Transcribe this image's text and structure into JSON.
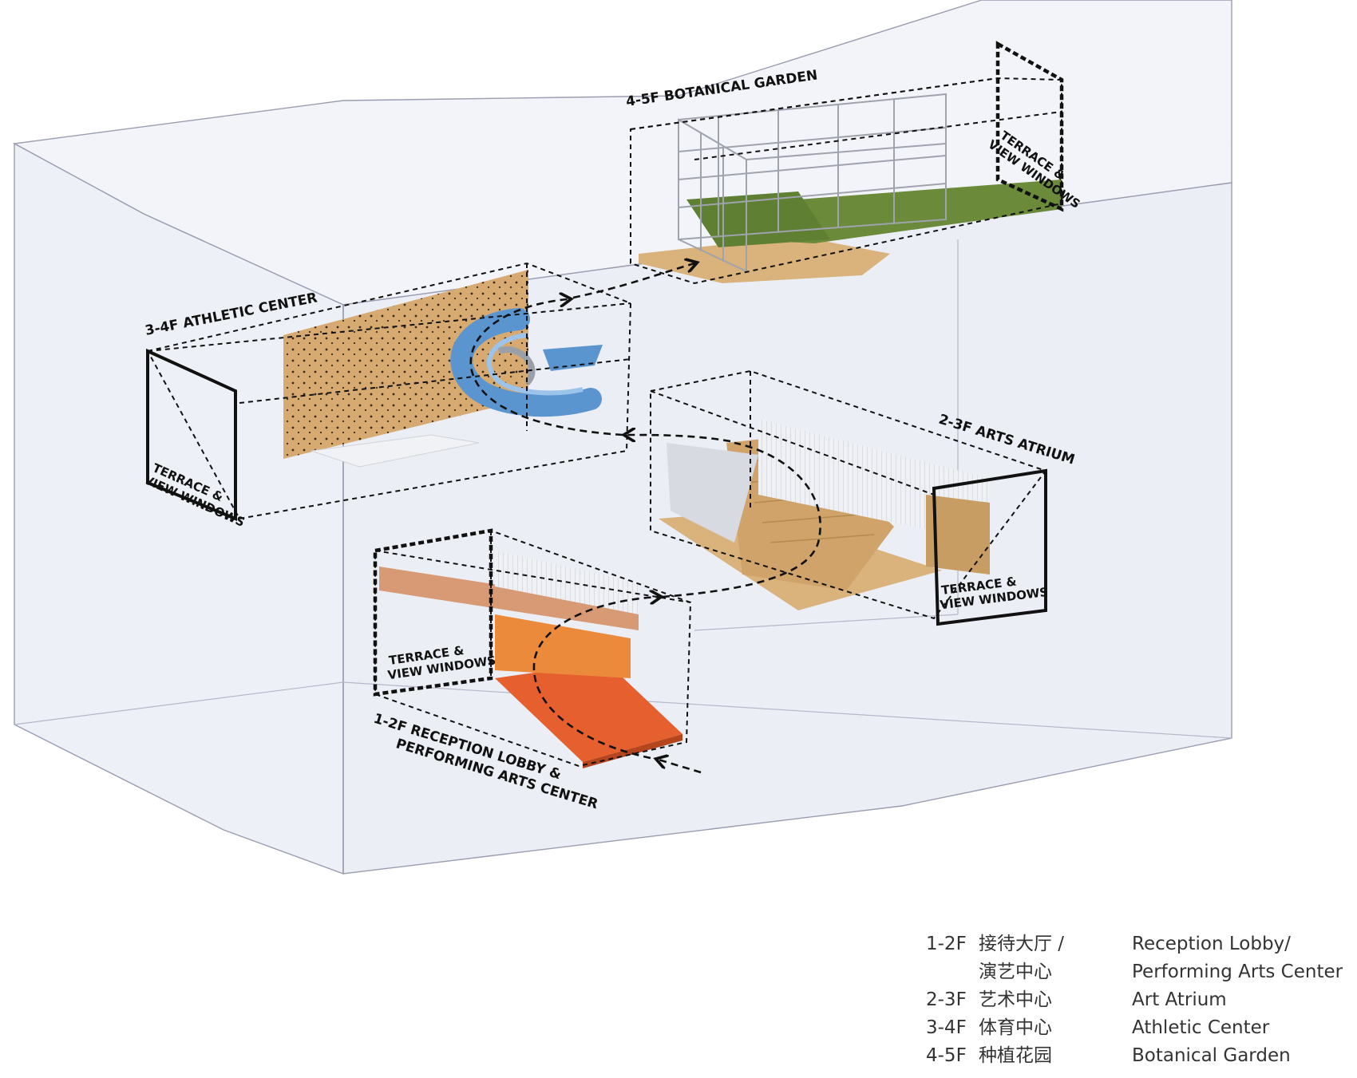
{
  "labels": {
    "botanical_garden": "4-5F BOTANICAL GARDEN",
    "athletic_center": "3-4F ATHLETIC CENTER",
    "arts_atrium": "2-3F ARTS ATRIUM",
    "reception_line1": "1-2F RECEPTION LOBBY &",
    "reception_line2": "PERFORMING ARTS CENTER",
    "terrace_line1": "TERRACE &",
    "terrace_line2": "VIEW WINDOWS"
  },
  "legend": [
    {
      "floor": "1-2F",
      "cn": "接待大厅 /",
      "en": "Reception Lobby/"
    },
    {
      "floor": "",
      "cn": "演艺中心",
      "en": "Performing Arts Center"
    },
    {
      "floor": "2-3F",
      "cn": "艺术中心",
      "en": "Art Atrium"
    },
    {
      "floor": "3-4F",
      "cn": "体育中心",
      "en": "Athletic Center"
    },
    {
      "floor": "4-5F",
      "cn": "种植花园",
      "en": "Botanical Garden"
    }
  ],
  "colors": {
    "volume_fill": "#eceef6",
    "volume_edge": "#9a9cb0",
    "wood": "#d9b27c",
    "climbing_wall": "#d7aa72",
    "slide_blue": "#5b95d0",
    "stage_orange": "#e5602e",
    "grass": "#6b8a3a",
    "glass_grey": "#c9cbd3"
  }
}
